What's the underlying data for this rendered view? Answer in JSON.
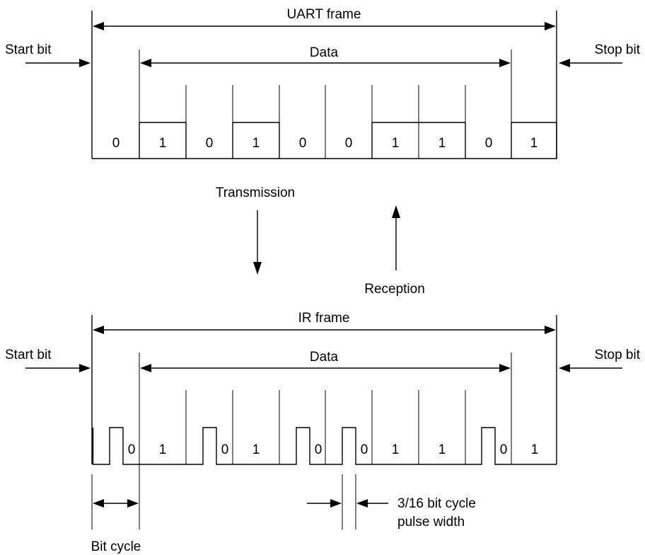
{
  "uart": {
    "frame_label": "UART frame",
    "data_label": "Data",
    "start_label": "Start bit",
    "stop_label": "Stop bit",
    "bits": [
      "0",
      "1",
      "0",
      "1",
      "0",
      "0",
      "1",
      "1",
      "0",
      "1"
    ]
  },
  "middle": {
    "transmission_label": "Transmission",
    "reception_label": "Reception"
  },
  "ir": {
    "frame_label": "IR frame",
    "data_label": "Data",
    "start_label": "Start bit",
    "stop_label": "Stop bit",
    "bits": [
      "0",
      "1",
      "0",
      "1",
      "0",
      "0",
      "1",
      "1",
      "0",
      "1"
    ],
    "bit_cycle_label": "Bit cycle",
    "pulse_label_line1": "3/16 bit cycle",
    "pulse_label_line2": "pulse width"
  },
  "colors": {
    "line": "#000000",
    "background": "#ffffff"
  }
}
